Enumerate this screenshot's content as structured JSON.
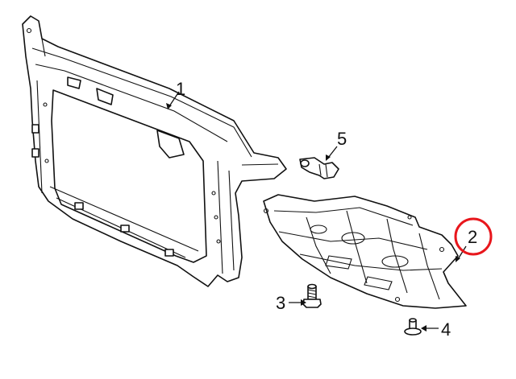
{
  "callouts": {
    "c1": "1",
    "c2": "2",
    "c3": "3",
    "c4": "4",
    "c5": "5"
  },
  "highlight": {
    "color": "#e8161c",
    "target": "2"
  },
  "parts": [
    {
      "ref": "1",
      "name": "radiator-support-frame-icon"
    },
    {
      "ref": "2",
      "name": "engine-splash-shield-icon"
    },
    {
      "ref": "3",
      "name": "bolt-icon"
    },
    {
      "ref": "4",
      "name": "push-clip-icon"
    },
    {
      "ref": "5",
      "name": "retainer-clip-icon"
    }
  ]
}
